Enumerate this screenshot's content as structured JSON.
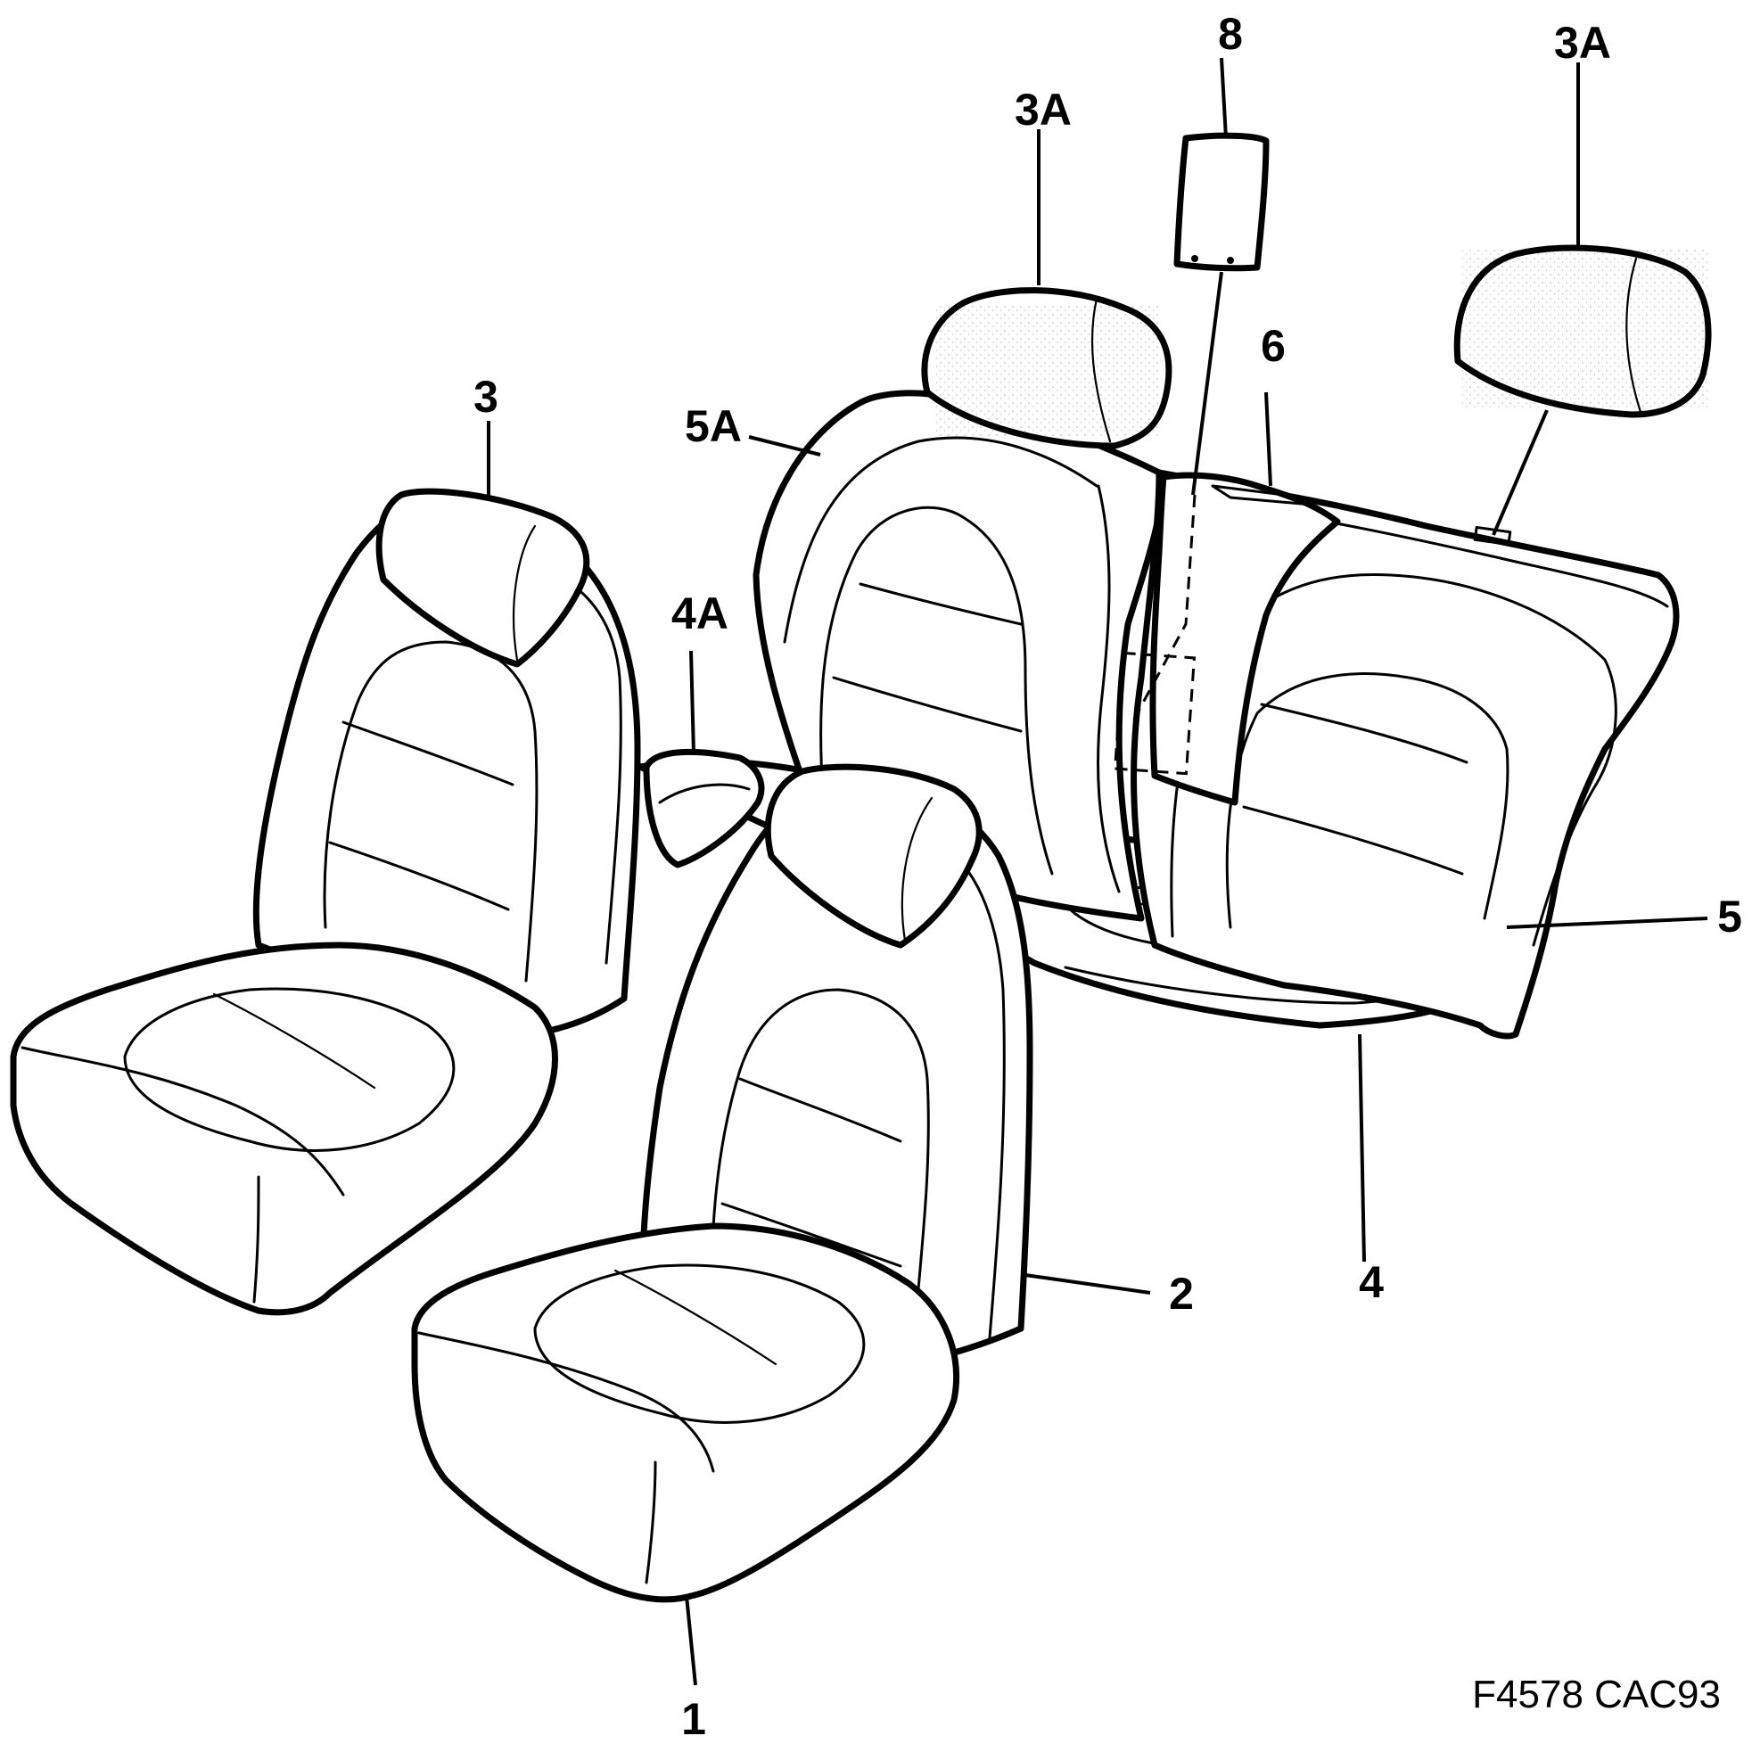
{
  "callouts": {
    "item_1": "1",
    "item_2": "2",
    "item_3": "3",
    "item_3a_center": "3A",
    "item_3a_right": "3A",
    "item_4": "4",
    "item_4a": "4A",
    "item_5": "5",
    "item_5a": "5A",
    "item_6": "6",
    "item_8": "8"
  },
  "figure_id": "F4578 CAC93"
}
